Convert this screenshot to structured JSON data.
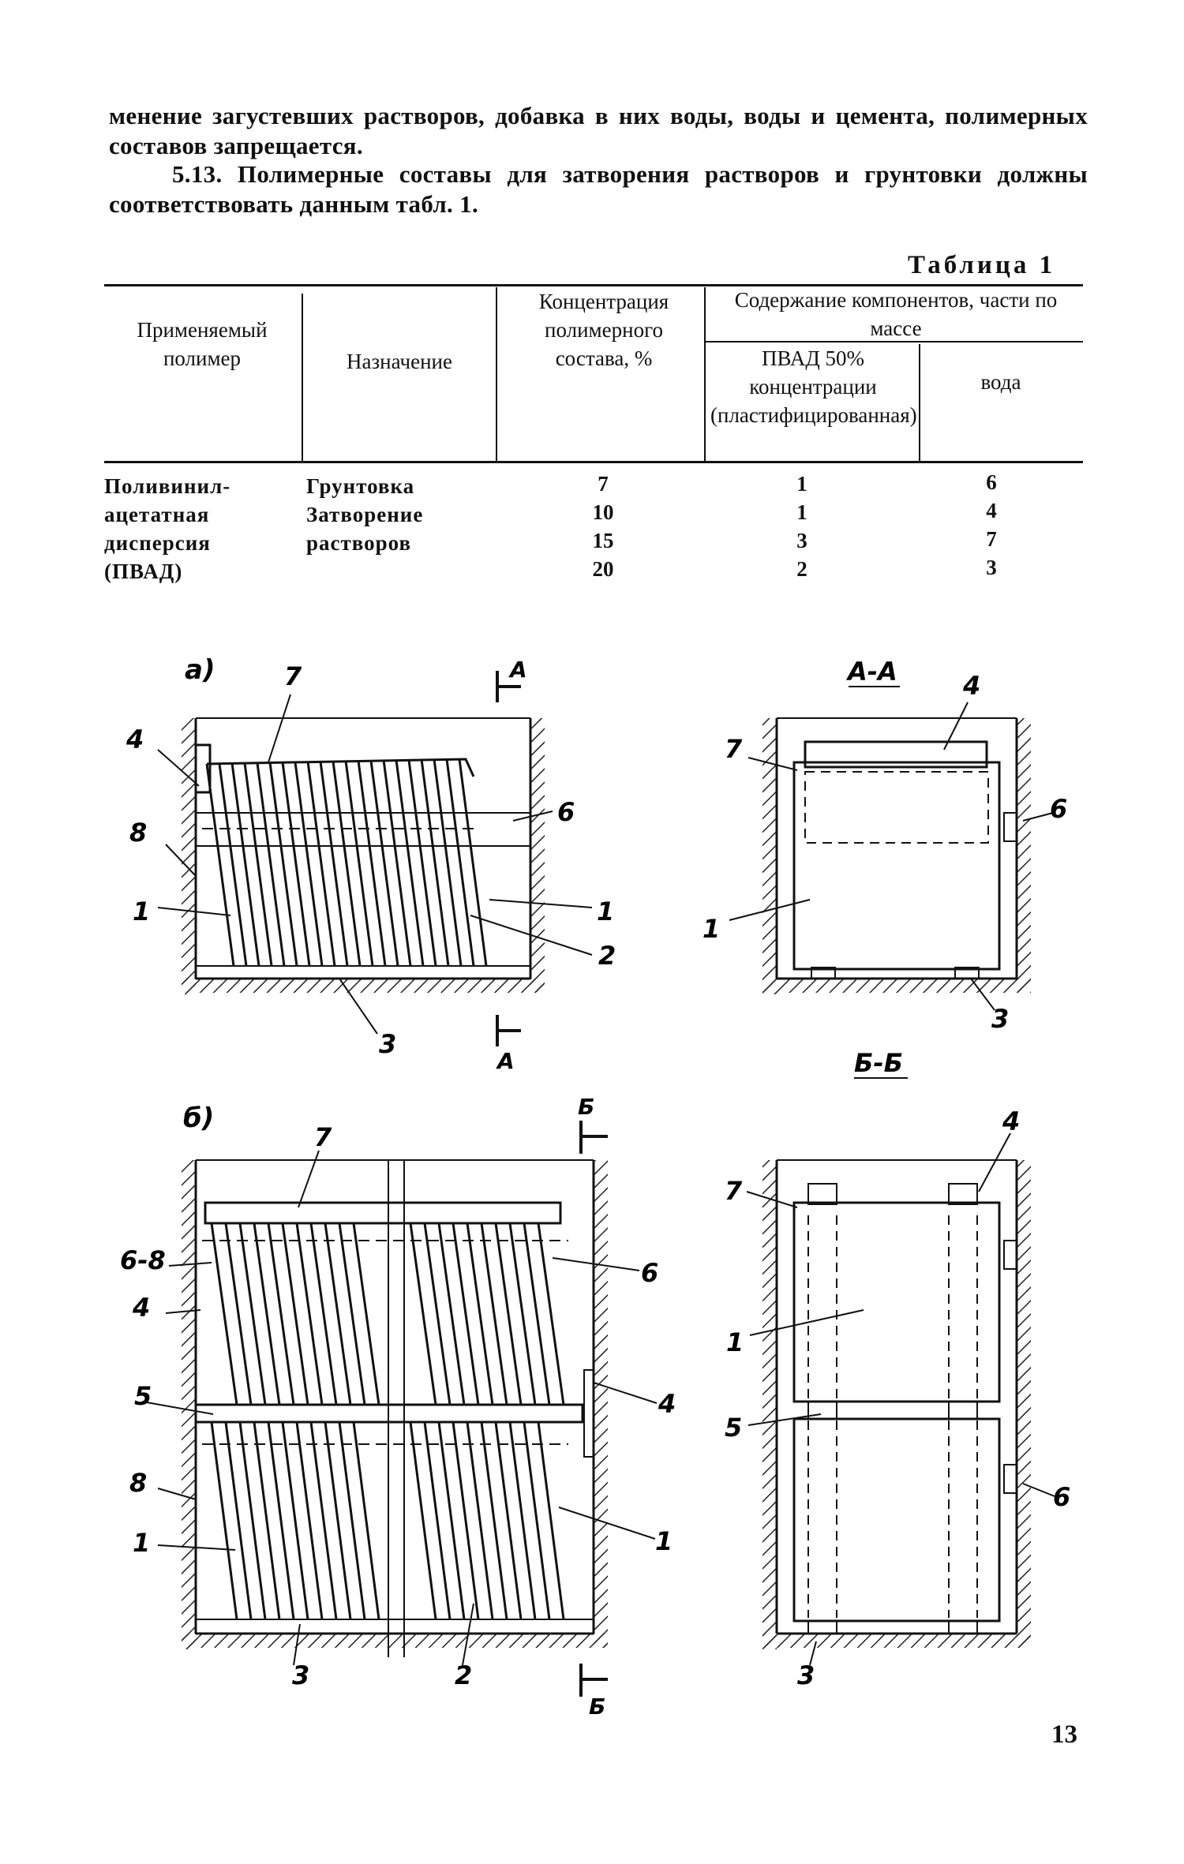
{
  "text": {
    "para1": "менение загустевших растворов, добавка в них воды, воды и цемента, полимерных составов запрещается.",
    "para2": "5.13. Полимерные составы для затворения растворов и грунтовки должны соответствовать данным табл. 1."
  },
  "table": {
    "caption": "Таблица 1",
    "headers": {
      "polymer": "Применяемый полимер",
      "purpose": "Назначение",
      "concentration": "Концентрация полимерного состава, %",
      "content_group": "Содержание компонентов, части по массе",
      "pvad": "ПВАД 50% концентрации (пластифицированная)",
      "water": "вода"
    },
    "polymer_lines": [
      "Поливинил-",
      "ацетатная",
      "дисперсия",
      "(ПВАД)"
    ],
    "purpose_lines": [
      "Грунтовка",
      "Затворение",
      "растворов"
    ],
    "rows": [
      {
        "concentration": "7",
        "pvad": "1",
        "water": "6"
      },
      {
        "concentration": "10",
        "pvad": "1",
        "water": "4"
      },
      {
        "concentration": "15",
        "pvad": "3",
        "water": "7"
      },
      {
        "concentration": "20",
        "pvad": "2",
        "water": "3"
      }
    ]
  },
  "figure": {
    "label_a": "а)",
    "label_b": "б)",
    "section_aa": "А-А",
    "section_bb": "Б-Б",
    "cut_a": "А",
    "cut_b": "Б",
    "callouts": [
      "1",
      "2",
      "3",
      "4",
      "5",
      "6",
      "7",
      "8",
      "6-8"
    ]
  },
  "page_number": "13"
}
